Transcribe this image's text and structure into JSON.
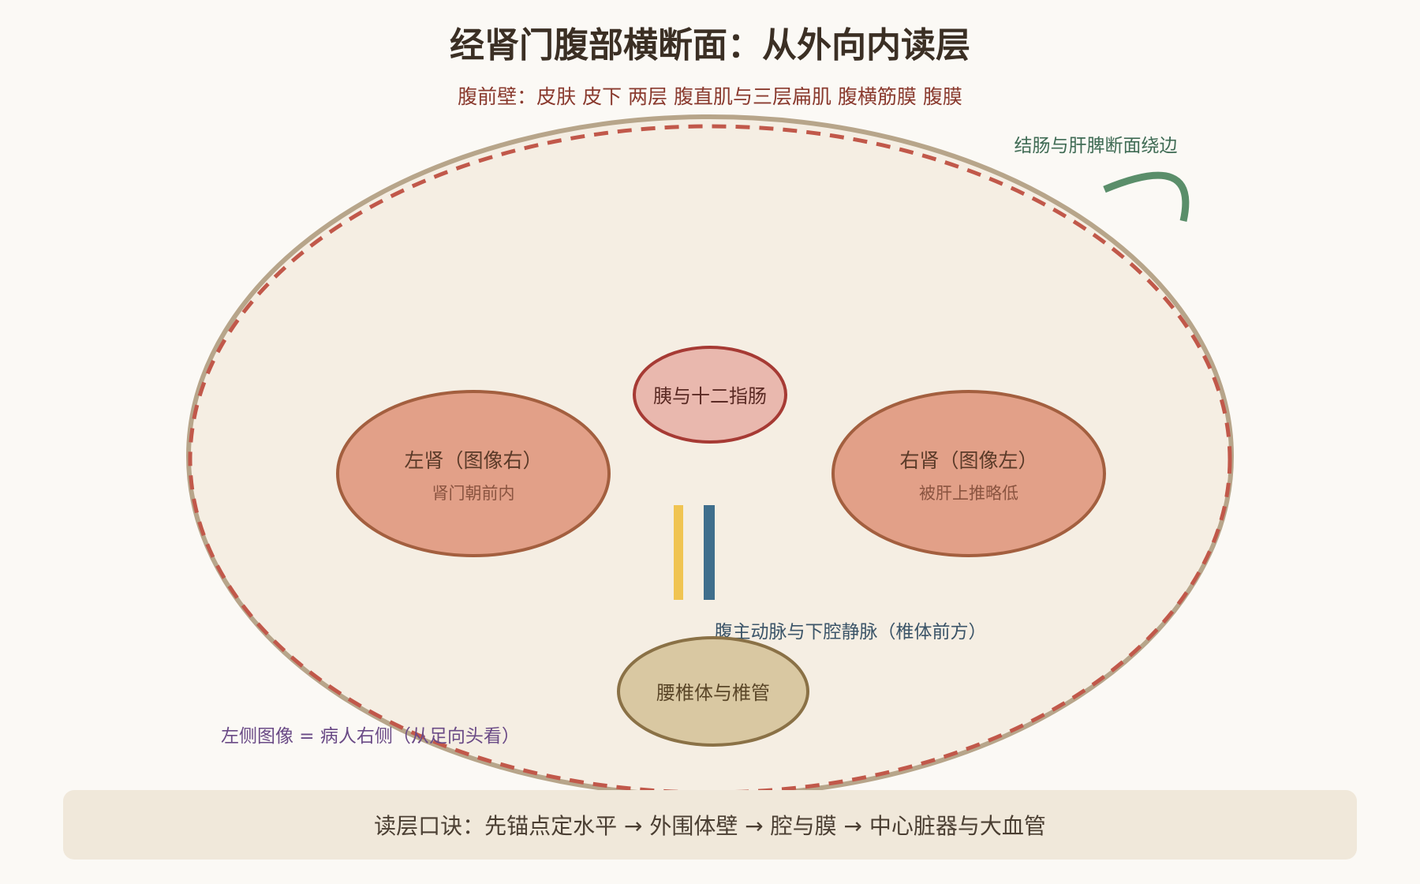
{
  "title": "经肾门腹部横断面：从外向内读层",
  "subtitle": "腹前壁：皮肤 皮下 两层 腹直肌与三层扁肌 腹横筋膜 腹膜",
  "colon_label": "结肠与肝脾断面绕边",
  "pancreas_label": "胰与十二指肠",
  "left_kidney": {
    "label": "左肾（图像右）",
    "note": "肾门朝前内"
  },
  "right_kidney": {
    "label": "右肾（图像左）",
    "note": "被肝上推略低"
  },
  "vessels_label": "腹主动脉与下腔静脉（椎体前方）",
  "vertebra_label": "腰椎体与椎管",
  "orientation_note": "左侧图像 = 病人右侧（从足向头看）",
  "footer": "读层口诀：先锚点定水平 → 外围体壁 → 腔与膜 → 中心脏器与大血管",
  "colors": {
    "background": "#fbf9f5",
    "title": "#3b2f24",
    "subtitle": "#8a3a2e",
    "body_fill": "#f5eee3",
    "body_stroke": "#b7a58a",
    "peritoneum_dash": "#c1584a",
    "kidney_fill": "#e2a088",
    "kidney_stroke": "#a35f3f",
    "pancreas_fill": "#e9b8ae",
    "pancreas_stroke": "#a63a34",
    "vertebra_fill": "#d9c8a2",
    "vertebra_stroke": "#8a7146",
    "aorta": "#f0c452",
    "ivc": "#3f6e8c",
    "colon": "#5a8e6a",
    "colon_text": "#3f6b54",
    "vessel_text": "#3b5468",
    "orientation_text": "#6a4a86",
    "kidney_text": "#5a3a28",
    "kidney_note_text": "#8a5440",
    "pancreas_text": "#5a2a24",
    "vertebra_text": "#5a4628",
    "footer_fill": "#f0e8da",
    "footer_text": "#4a3e32"
  }
}
